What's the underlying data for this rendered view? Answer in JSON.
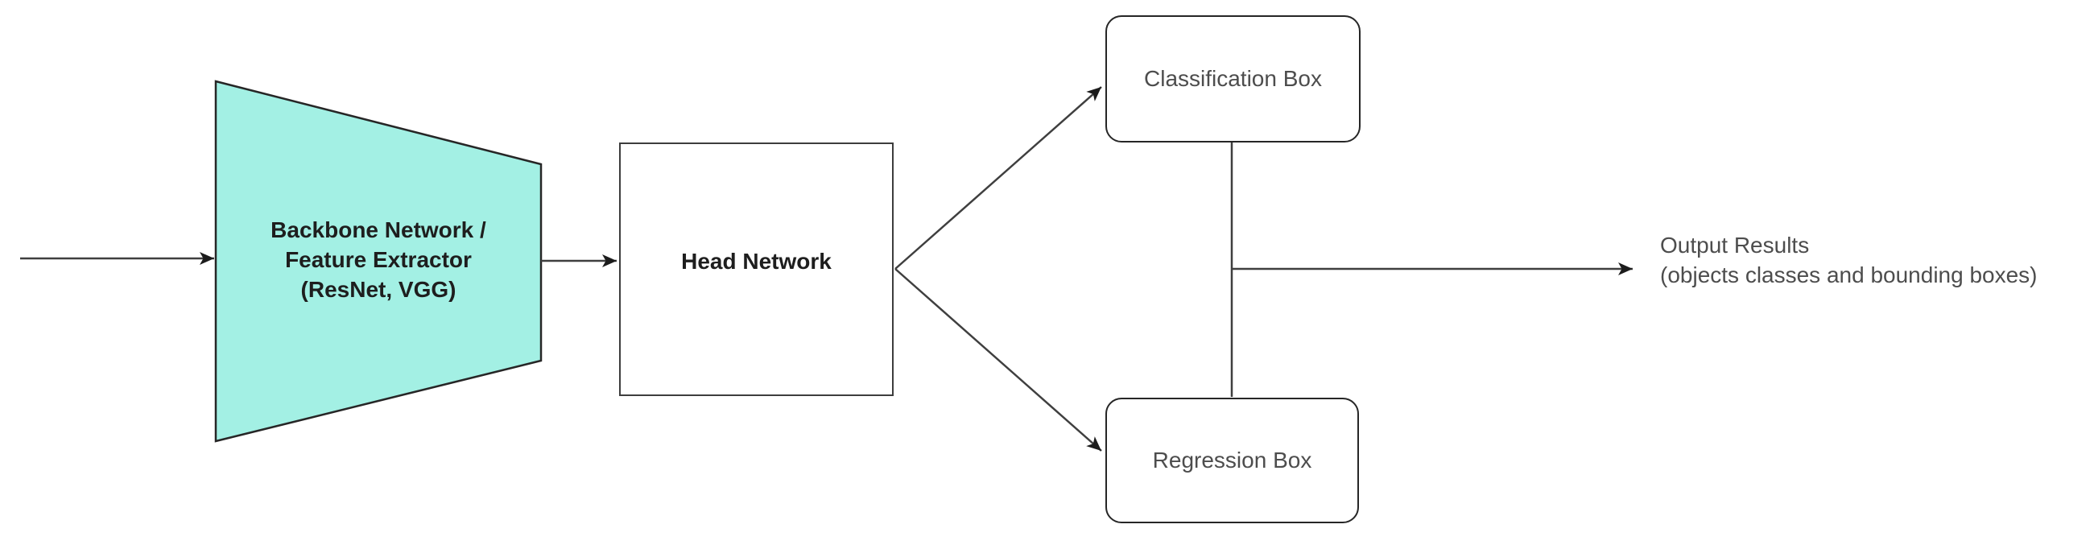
{
  "colors": {
    "background": "#ffffff",
    "backbone-fill": "#a3f0e4",
    "shape-stroke": "#262626",
    "box-stroke": "#3d3d3d",
    "connector": "#3f3f3f",
    "arrowhead": "#1c1c1c",
    "label-dark": "#1e1e1e",
    "label-gray": "#4d4d4d"
  },
  "nodes": {
    "backbone": {
      "lines": [
        "Backbone Network /",
        "Feature Extractor",
        "(ResNet, VGG)"
      ]
    },
    "head": {
      "label": "Head Network"
    },
    "classification": {
      "label": "Classification Box"
    },
    "regression": {
      "label": "Regression Box"
    }
  },
  "output": {
    "lines": [
      "Output Results",
      "(objects classes and bounding boxes)"
    ]
  }
}
